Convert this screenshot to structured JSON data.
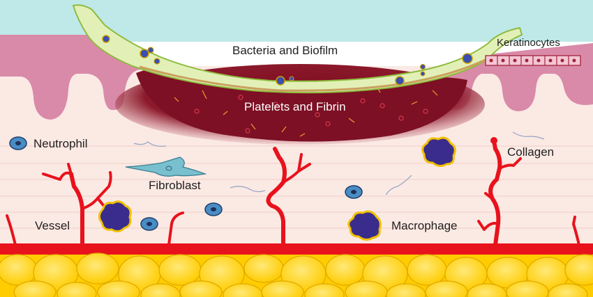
{
  "labels": {
    "bacteria_biofilm": "Bacteria and Biofilm",
    "keratinocytes": "Keratinocytes",
    "platelets_fibrin": "Platelets and Fibrin",
    "neutrophil": "Neutrophil",
    "collagen": "Collagen",
    "fibroblast": "Fibroblast",
    "vessel": "Vessel",
    "macrophage": "Macrophage"
  },
  "colors": {
    "background_top": "#bfe8e8",
    "epidermis": "#d98aa8",
    "dermis": "#fbe9e4",
    "biofilm": "#e2f0b8",
    "clot": "#7d1024",
    "vessel": "#e8121c",
    "fat": "#ffd21a",
    "neutrophil": "#1d6fa8",
    "macrophage": "#3a2c8c",
    "fibroblast": "#5fb3c4"
  },
  "icons": [
    "neutrophil-icon",
    "macrophage-icon",
    "fibroblast-icon",
    "keratinocyte-cell-icon",
    "bacteria-icon",
    "collagen-fiber-icon",
    "fat-cell-icon",
    "vessel-icon"
  ]
}
